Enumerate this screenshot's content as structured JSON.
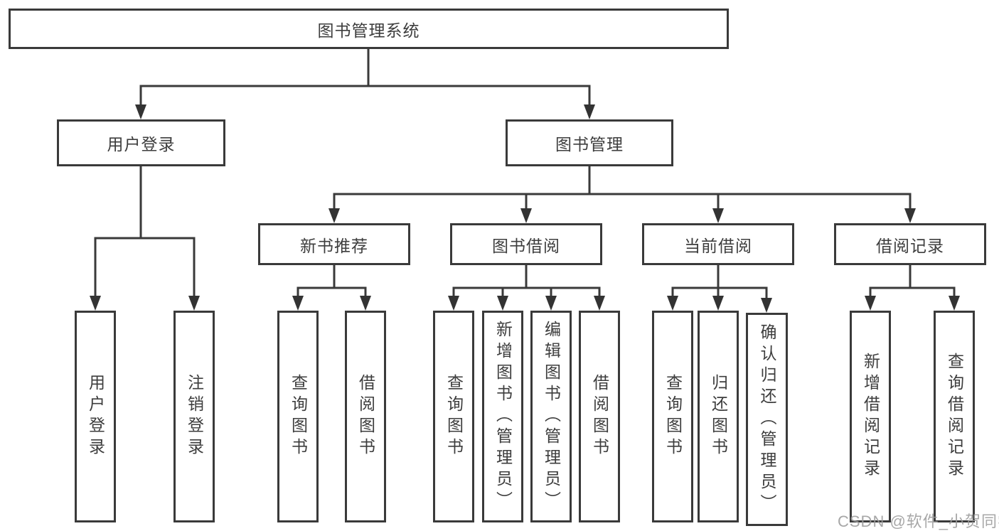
{
  "diagram_type": "function-structure-tree",
  "colors": {
    "line": "#3a3a3a",
    "border": "#3a3a3a",
    "text": "#3d3d3d",
    "background": "#ffffff",
    "watermark": "#9b9b9b"
  },
  "watermark": "CSDN @软件_小贺同学",
  "tree": {
    "label": "图书管理系统",
    "children": [
      {
        "label": "用户登录",
        "children": [
          {
            "label": "用户登录"
          },
          {
            "label": "注销登录"
          }
        ]
      },
      {
        "label": "图书管理",
        "children": [
          {
            "label": "新书推荐",
            "children": [
              {
                "label": "查询图书"
              },
              {
                "label": "借阅图书"
              }
            ]
          },
          {
            "label": "图书借阅",
            "children": [
              {
                "label": "查询图书"
              },
              {
                "label": "新增图书（管理员）"
              },
              {
                "label": "编辑图书（管理员）"
              },
              {
                "label": "借阅图书"
              }
            ]
          },
          {
            "label": "当前借阅",
            "children": [
              {
                "label": "查询图书"
              },
              {
                "label": "归还图书"
              },
              {
                "label": "确认归还（管理员）"
              }
            ]
          },
          {
            "label": "借阅记录",
            "children": [
              {
                "label": "新增借阅记录"
              },
              {
                "label": "查询借阅记录"
              }
            ]
          }
        ]
      }
    ]
  }
}
